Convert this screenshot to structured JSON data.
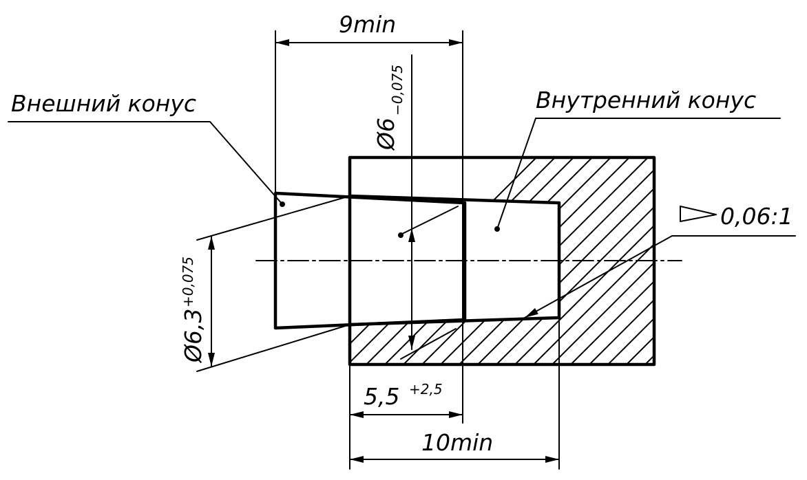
{
  "labels": {
    "outer_cone": "Внешний конус",
    "inner_cone": "Внутренний конус",
    "taper": "0,06:1",
    "dim_9min": "9min",
    "dim_10min": "10min",
    "dim_phi6_base": "Ø6",
    "dim_phi6_tol": "−0,075",
    "dim_phi63_base": "Ø6,3",
    "dim_phi63_tol": "+0,075",
    "dim_55_base": "5,5",
    "dim_55_tol": "+2,5"
  },
  "icons": {
    "taper_symbol": "taper-triangle-icon",
    "arrow": "arrow-icon"
  },
  "colors": {
    "ink": "#000000",
    "paper": "#ffffff"
  }
}
